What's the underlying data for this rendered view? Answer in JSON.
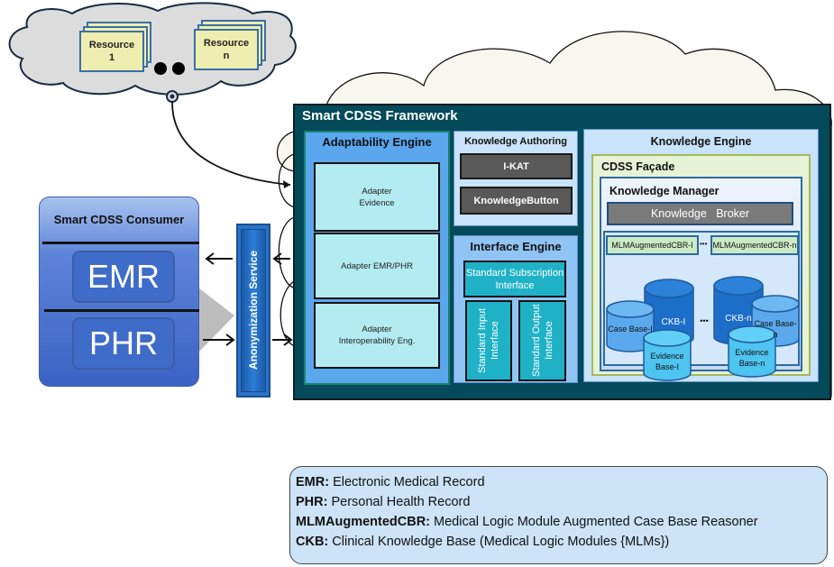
{
  "resource_cloud": {
    "resources": [
      {
        "line1": "Resource",
        "line2": "1"
      },
      {
        "line1": "Resource",
        "line2": "n"
      }
    ],
    "ellipsis_icon": "two-dots"
  },
  "framework": {
    "title": "Smart CDSS Framework",
    "adaptability_engine": {
      "title": "Adaptability Engine",
      "adapters": [
        {
          "line1": "Adapter",
          "line2": "Evidence"
        },
        {
          "line1": "Adapter  EMR/PHR",
          "line2": ""
        },
        {
          "line1": "Adapter",
          "line2": "Interoperability Eng."
        }
      ]
    },
    "knowledge_authoring": {
      "title": "Knowledge Authoring",
      "tools": [
        "I-KAT",
        "KnowledgeButton"
      ]
    },
    "interface_engine": {
      "title": "Interface Engine",
      "subscription": "Standard Subscription Interface",
      "input": "Standard Input Interface",
      "output": "Standard Output Interface"
    },
    "knowledge_engine": {
      "title": "Knowledge Engine",
      "facade_title": "CDSS Façade",
      "manager_title": "Knowledge Manager",
      "broker": "Knowledge   Broker",
      "mlm_modules": [
        "MLMAugmentedCBR-I",
        "MLMAugmentedCBR-n"
      ],
      "ellipsis": "•••",
      "stores": {
        "case_base_1": "Case Base-I",
        "ckb_1": "CKB-I",
        "evidence_1": [
          "Evidence",
          "Base-I"
        ],
        "ckb_n": "CKB-n",
        "case_base_n": "Case Base-n",
        "evidence_n": [
          "Evidence",
          "Base-n"
        ]
      }
    }
  },
  "consumer": {
    "title": "Smart CDSS Consumer",
    "records": [
      "EMR",
      "PHR"
    ]
  },
  "anonymization": {
    "label": "Anonymization Service"
  },
  "legend": [
    {
      "term": "EMR:",
      "definition": " Electronic Medical Record"
    },
    {
      "term": "PHR:",
      "definition": " Personal Health Record"
    },
    {
      "term": "MLMAugmentedCBR:",
      "definition": " Medical Logic Module Augmented Case Base Reasoner"
    },
    {
      "term": "CKB:",
      "definition": " Clinical Knowledge Base (Medical Logic Modules {MLMs})"
    }
  ],
  "colors": {
    "framework_bg": "#044a5a",
    "adaptability_bg": "#5aa7ee",
    "adapter_bg": "#b2ebf1",
    "interface_teal": "#1fb2c6",
    "consumer_blue": "#3a63c4",
    "legend_bg": "#cde3f8"
  }
}
